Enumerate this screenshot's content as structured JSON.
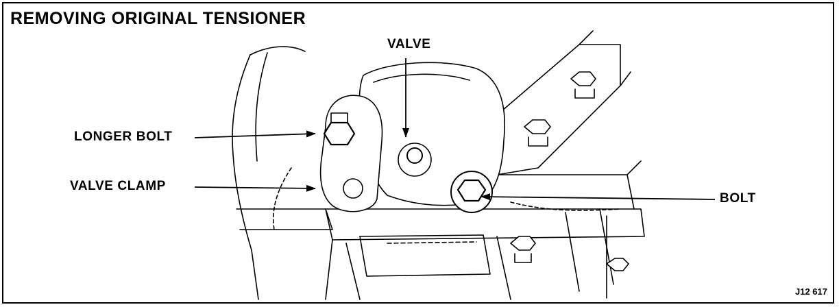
{
  "figure": {
    "title": "REMOVING ORIGINAL TENSIONER",
    "figure_id": "J12 617"
  },
  "callouts": {
    "valve": "VALVE",
    "longer_bolt": "LONGER BOLT",
    "valve_clamp": "VALVE CLAMP",
    "bolt": "BOLT"
  },
  "colors": {
    "ink": "#000000",
    "paper": "#ffffff"
  }
}
